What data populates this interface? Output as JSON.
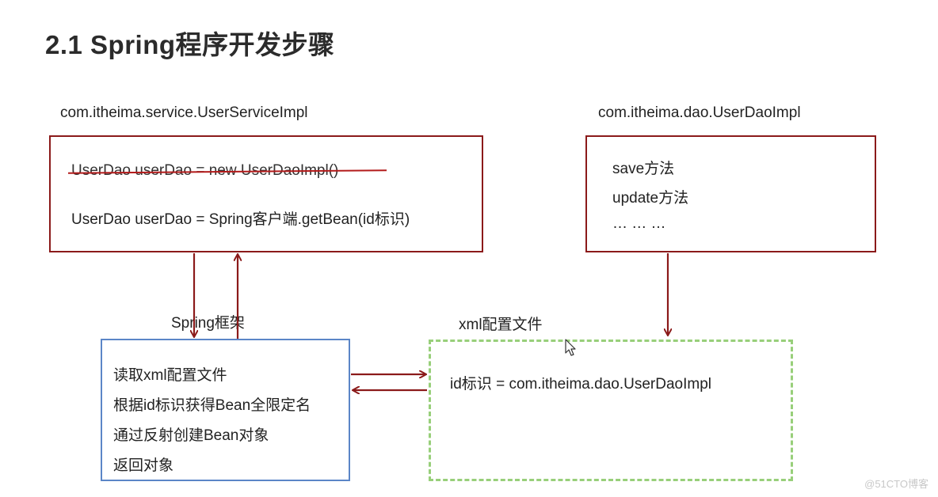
{
  "title": "2.1 Spring程序开发步骤",
  "service": {
    "class_label": "com.itheima.service.UserServiceImpl",
    "old_line": "UserDao userDao = new UserDaoImpl()",
    "new_line": "UserDao userDao = Spring客户端.getBean(id标识)"
  },
  "dao": {
    "class_label": "com.itheima.dao.UserDaoImpl",
    "methods": [
      "save方法",
      "update方法",
      "… … …"
    ]
  },
  "framework": {
    "label": "Spring框架",
    "steps": [
      "读取xml配置文件",
      "根据id标识获得Bean全限定名",
      "通过反射创建Bean对象",
      "返回对象"
    ]
  },
  "xml": {
    "label": "xml配置文件",
    "entry": "id标识 = com.itheima.dao.UserDaoImpl"
  },
  "watermark": "@51CTO博客",
  "colors": {
    "red_border": "#8b1a1a",
    "blue_border": "#5b86c7",
    "green_dashed": "#98cf7a",
    "arrow": "#8b1a1a"
  }
}
